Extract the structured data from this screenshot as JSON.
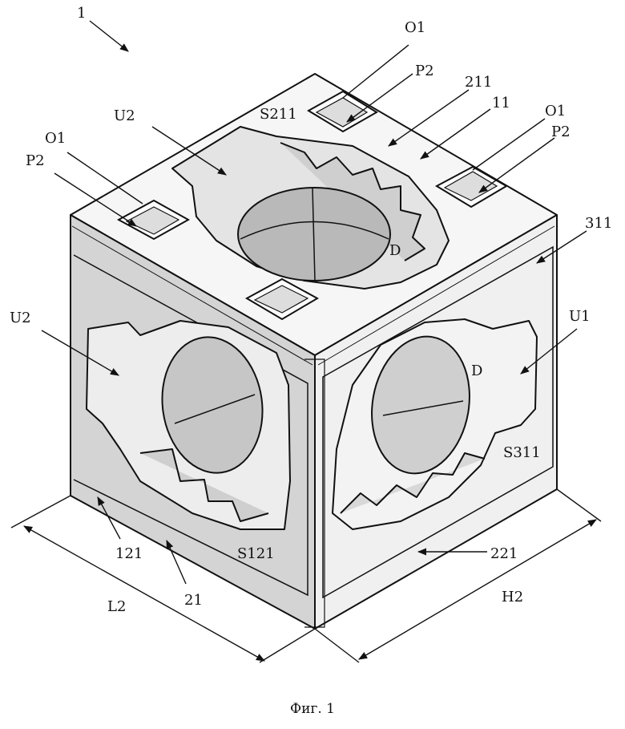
{
  "figure": {
    "caption": "Фиг. 1",
    "labels": {
      "ref_1": "1",
      "o1_top": "O1",
      "p2_top": "P2",
      "n211": "211",
      "n11": "11",
      "o1_right": "O1",
      "p2_right": "P2",
      "u2_top": "U2",
      "s211": "S211",
      "o1_left": "O1",
      "p2_left": "P2",
      "d_top": "D",
      "n311": "311",
      "u2_left": "U2",
      "u1_right": "U1",
      "d_right": "D",
      "s311": "S311",
      "n121": "121",
      "n21": "21",
      "s121": "S121",
      "n221": "221",
      "l2": "L2",
      "h2": "H2"
    }
  }
}
